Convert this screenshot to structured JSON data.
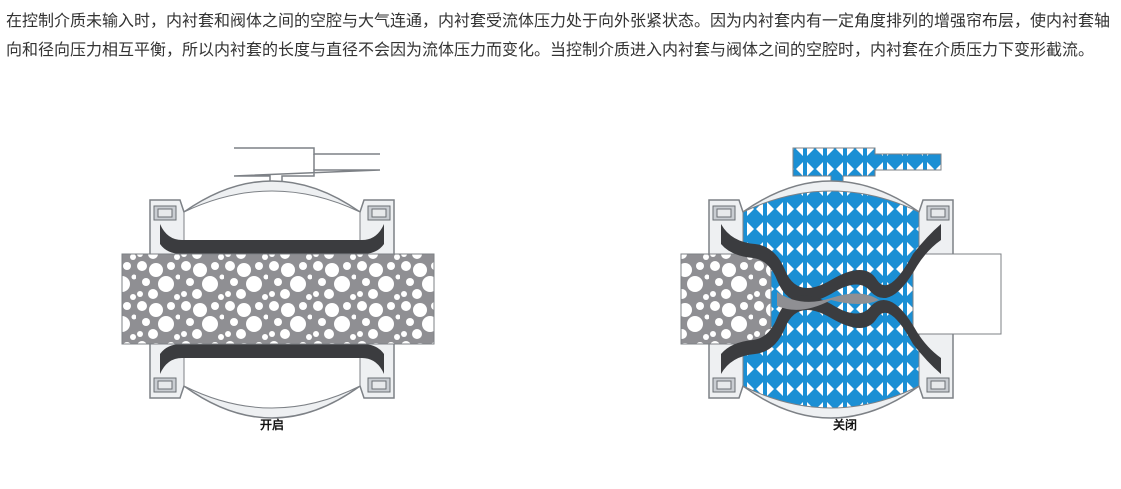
{
  "description": "在控制介质未输入时，内衬套和阀体之间的空腔与大气连通，内衬套受流体压力处于向外张紧状态。因为内衬套内有一定角度排列的增强帘布层，使内衬套轴向和径向压力相互平衡，所以内衬套的长度与直径不会因为流体压力而变化。当控制介质进入内衬套与阀体之间的空腔时，内衬套在介质压力下变形截流。",
  "figures": [
    {
      "caption": "开启"
    },
    {
      "caption": "关闭"
    }
  ],
  "colors": {
    "text": "#333333",
    "body_fill": "#eef0f2",
    "body_stroke": "#7d8186",
    "liner": "#3b3c3f",
    "flow_bg": "#8f8f93",
    "bubbles": "#ffffff",
    "control_blue": "#1b8fd4",
    "bolt": "#c9cdd2"
  },
  "icons": [
    "valve-body",
    "rubber-liner",
    "bolt",
    "control-port",
    "pressure-arrows"
  ]
}
